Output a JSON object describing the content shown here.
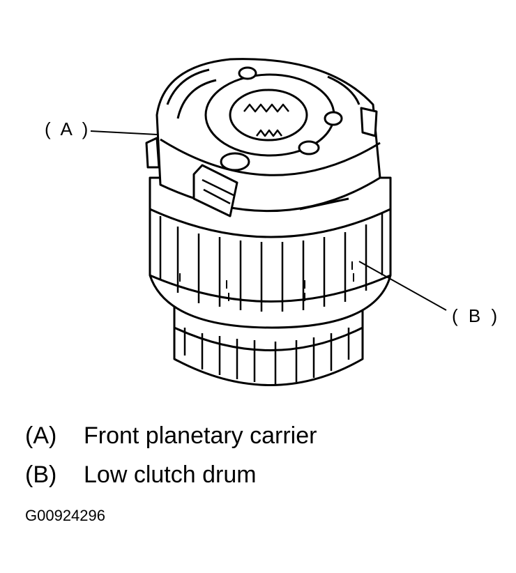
{
  "callouts": {
    "a": "( A )",
    "b": "( B )"
  },
  "legend": [
    {
      "key": "(A)",
      "text": "Front planetary carrier"
    },
    {
      "key": "(B)",
      "text": "Low clutch drum"
    }
  ],
  "figure_id": "G00924296"
}
